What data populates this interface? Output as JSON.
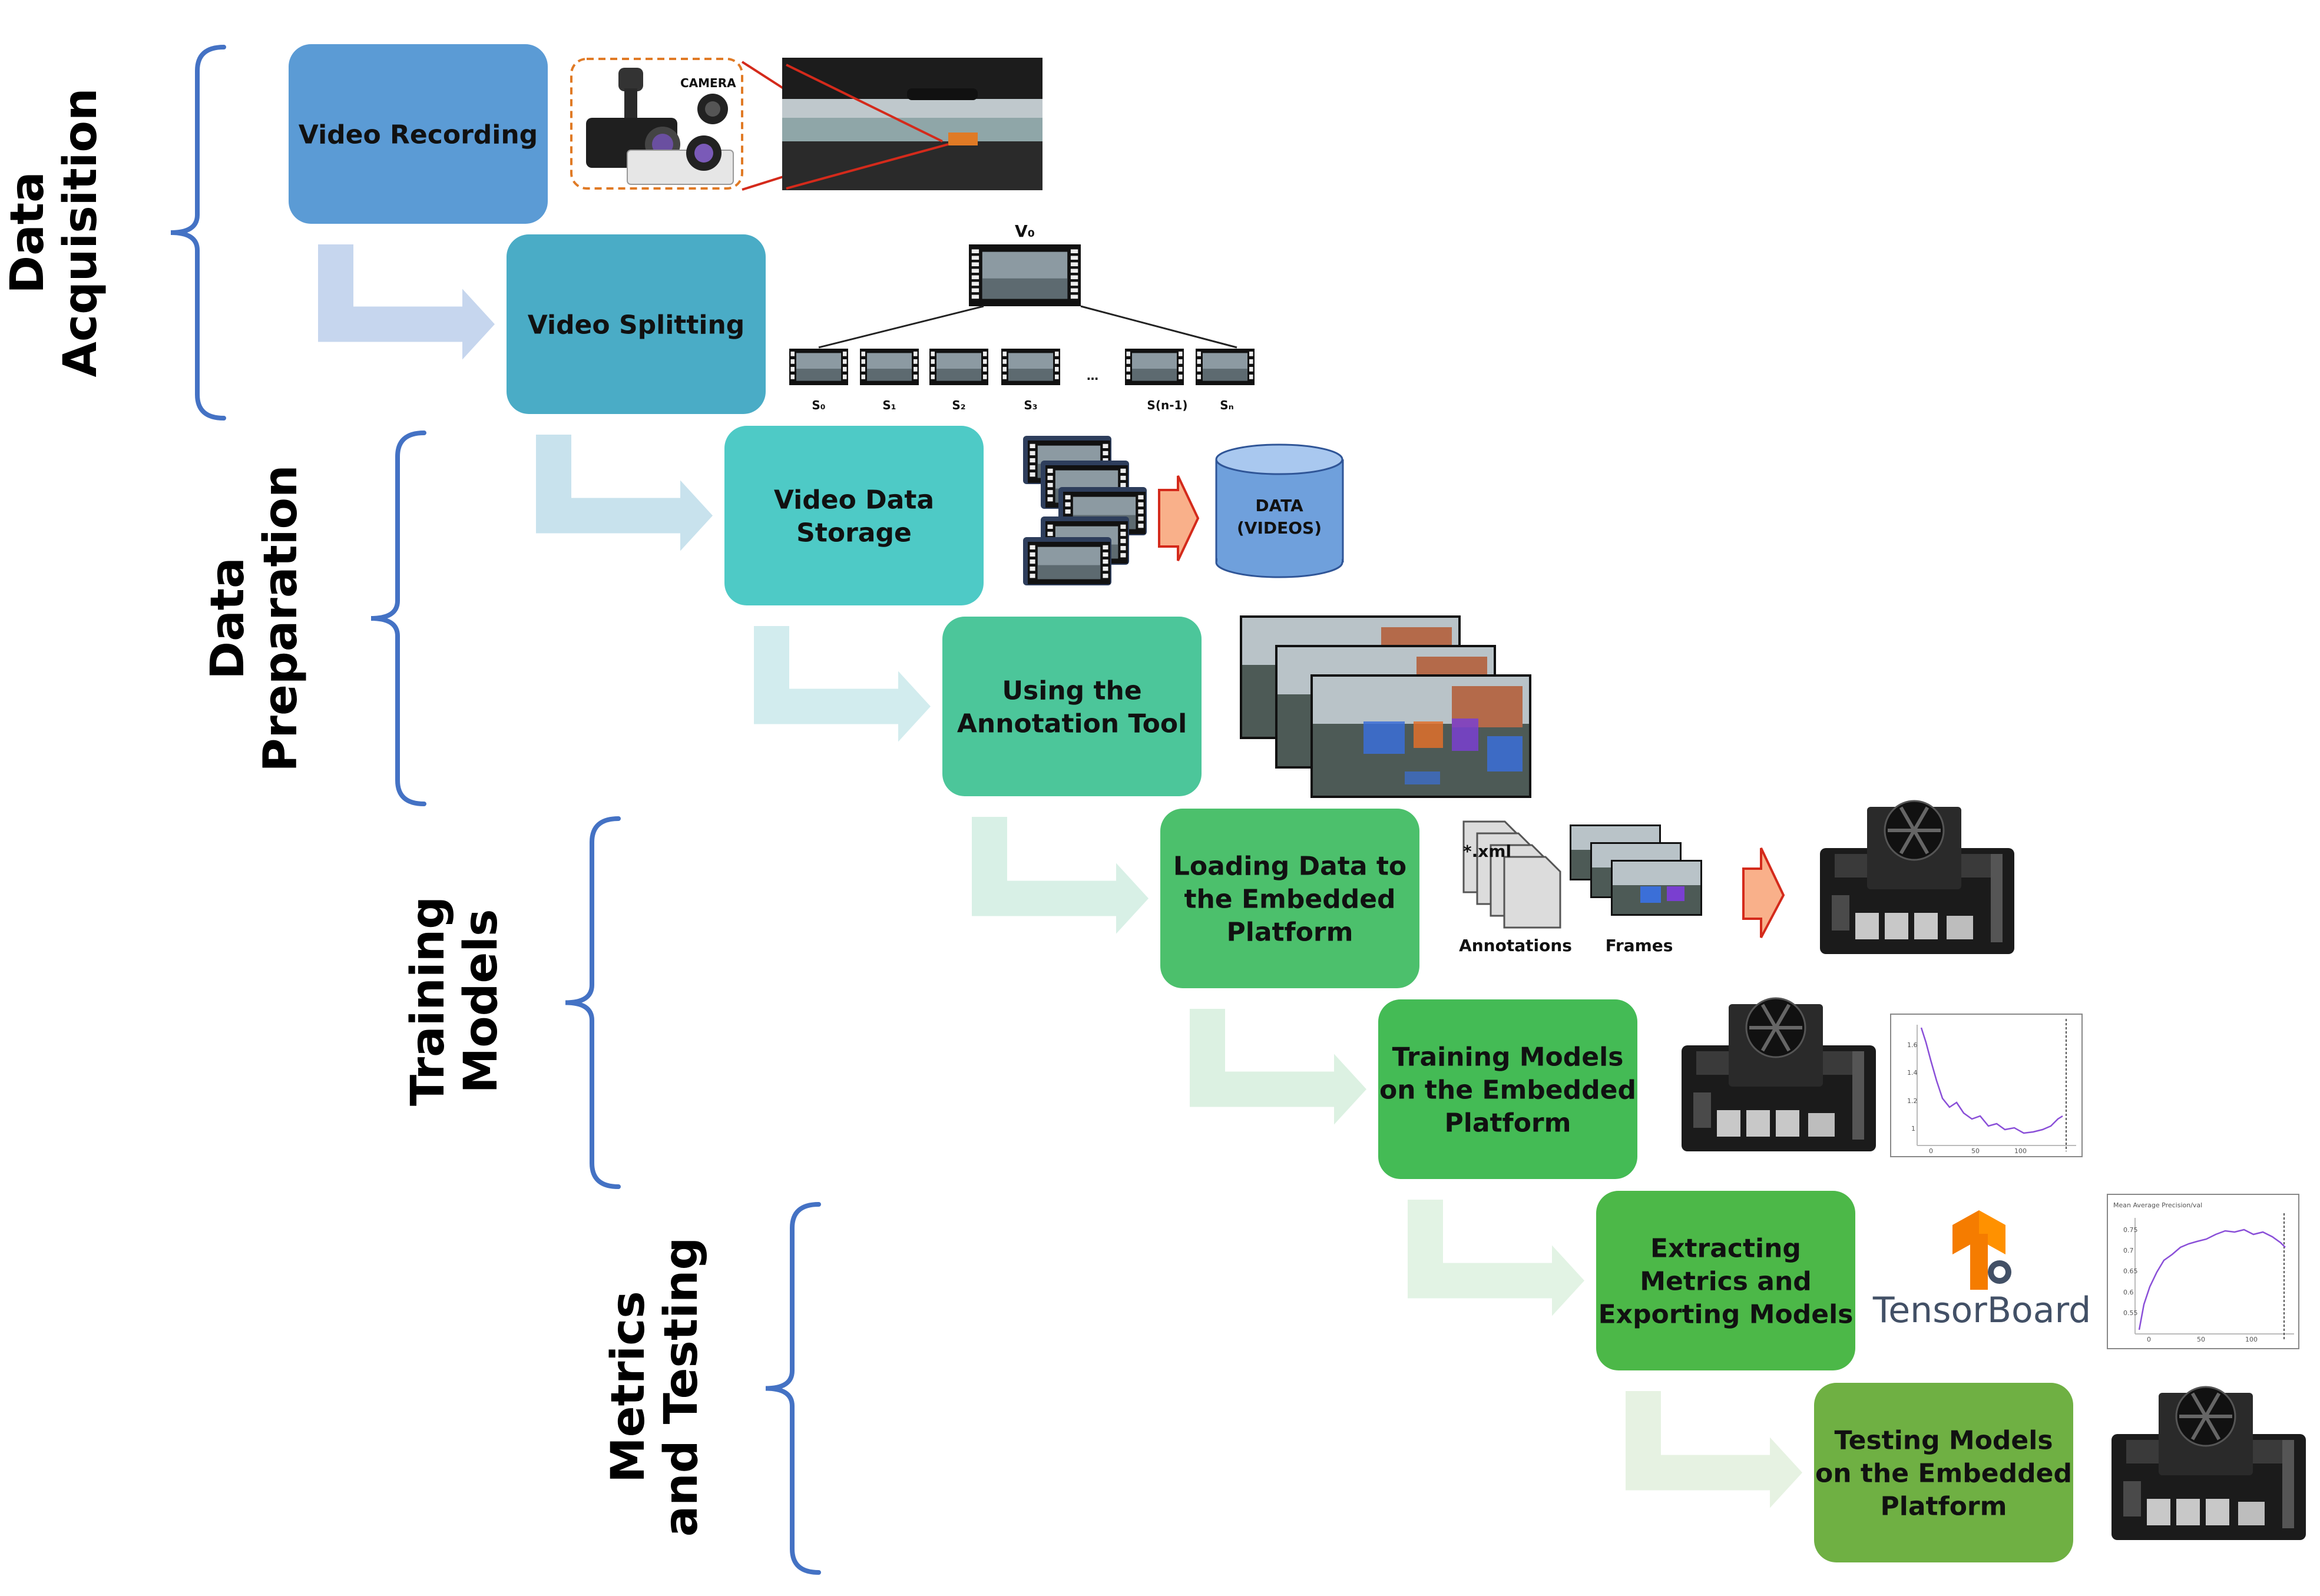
{
  "colors": {
    "bracket": "#4472c4",
    "step_fills": [
      "#5b9bd5",
      "#4aacc6",
      "#4ecac6",
      "#4cc69a",
      "#4cc06c",
      "#44bb55",
      "#4cb848",
      "#6fb043"
    ],
    "arrow_fills": [
      "#c6d6ee",
      "#c8e2ed",
      "#d2ecee",
      "#d8f0e6",
      "#dcf1e2",
      "#e2f3e4",
      "#e6f2e2"
    ],
    "database": "#6fa0dc",
    "big_arrow": "#f9b08a",
    "big_arrow_stroke": "#d42a1b"
  },
  "stages": [
    {
      "line1": "Data",
      "line2": "Acquisition"
    },
    {
      "line1": "Data",
      "line2": "Preparation"
    },
    {
      "line1": "Training",
      "line2": "Models"
    },
    {
      "line1": "Metrics",
      "line2": "and Testing"
    }
  ],
  "steps": [
    {
      "lines": [
        "Video Recording"
      ]
    },
    {
      "lines": [
        "Video Splitting"
      ]
    },
    {
      "lines": [
        "Video Data",
        "Storage"
      ]
    },
    {
      "lines": [
        "Using the",
        "Annotation Tool"
      ]
    },
    {
      "lines": [
        "Loading Data to",
        "the Embedded",
        "Platform"
      ]
    },
    {
      "lines": [
        "Training Models",
        "on the Embedded",
        "Platform"
      ]
    },
    {
      "lines": [
        "Extracting",
        "Metrics and",
        "Exporting Models"
      ]
    },
    {
      "lines": [
        "Testing Models",
        "on the Embedded",
        "Platform"
      ]
    }
  ],
  "illustrations": {
    "camera_label": "CAMERA",
    "video_label": "V₀",
    "segments": [
      "S₀",
      "S₁",
      "S₂",
      "S₃",
      "…",
      "S(n-1)",
      "Sₙ"
    ],
    "database": {
      "line1": "DATA",
      "line2": "(VIDEOS)"
    },
    "xml_label": "*.xml",
    "annotations_label": "Annotations",
    "frames_label": "Frames",
    "tensorboard_label": "TensorBoard",
    "map_chart_title": "Mean Average Precision/val"
  }
}
